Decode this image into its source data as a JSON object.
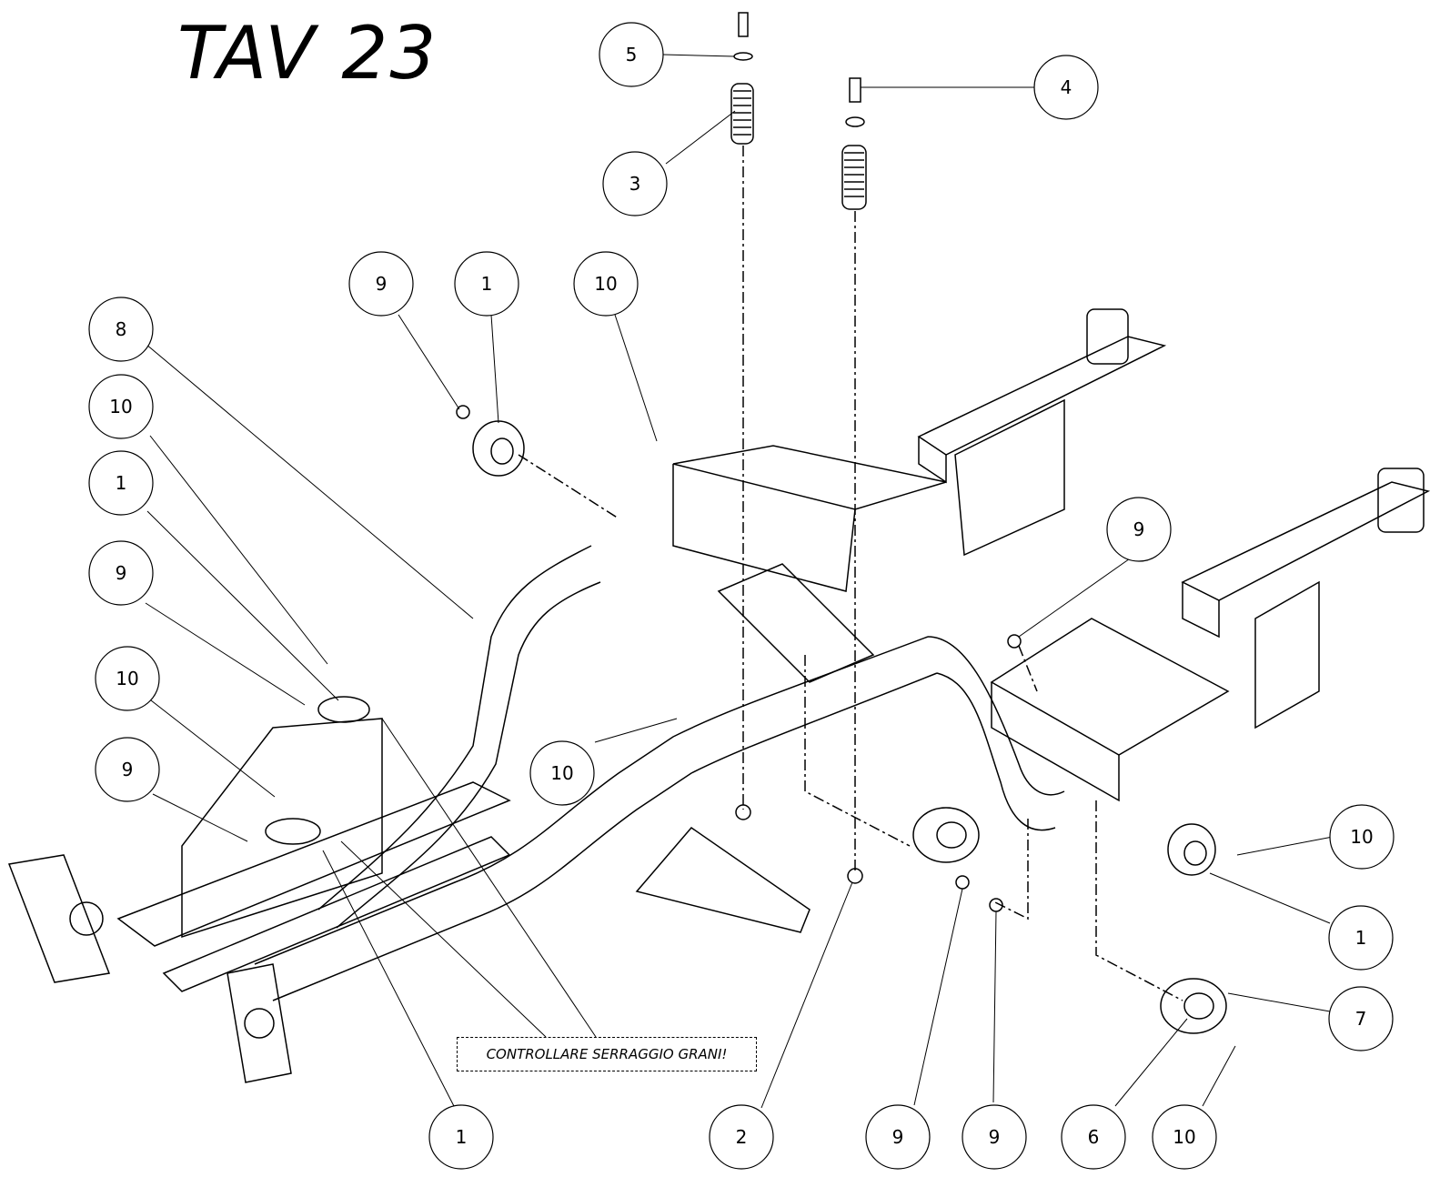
{
  "title": "TAV 23",
  "note": "CONTROLLARE SERRAGGIO GRANI!",
  "callouts": [
    {
      "label": "5"
    },
    {
      "label": "4"
    },
    {
      "label": "3"
    },
    {
      "label": "9"
    },
    {
      "label": "1"
    },
    {
      "label": "10"
    },
    {
      "label": "8"
    },
    {
      "label": "10"
    },
    {
      "label": "1"
    },
    {
      "label": "9"
    },
    {
      "label": "10"
    },
    {
      "label": "9"
    },
    {
      "label": "9"
    },
    {
      "label": "10"
    },
    {
      "label": "10"
    },
    {
      "label": "1"
    },
    {
      "label": "7"
    },
    {
      "label": "1"
    },
    {
      "label": "2"
    },
    {
      "label": "9"
    },
    {
      "label": "9"
    },
    {
      "label": "6"
    },
    {
      "label": "10"
    }
  ]
}
